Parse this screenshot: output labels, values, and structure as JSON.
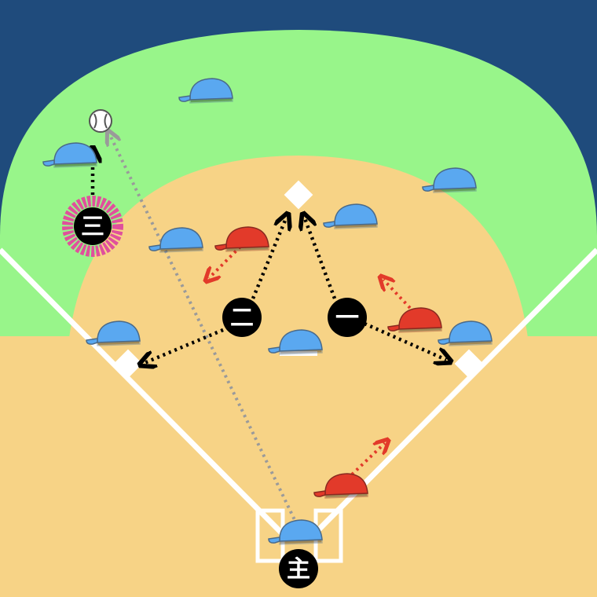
{
  "colors": {
    "sky": "#1f4b7c",
    "outfield": "#98f58a",
    "dirt": "#f7d386",
    "lines": "#ffffff",
    "fielder_cap": "#5aa8f0",
    "batting_cap": "#e23a2a",
    "cap_outline": "#4a6a8a",
    "runner": "#000000",
    "highlight": "#e0509c",
    "runner_arrow": "#000000",
    "offense_arrow": "#e23a2a",
    "ball_path": "#9a9a9a"
  },
  "icons": {
    "fielder": "baseball-cap-icon",
    "ball": "baseball-icon",
    "base": "base-diamond-icon"
  },
  "runners": {
    "home": "主",
    "first": "一",
    "second": "二",
    "third": "三"
  }
}
